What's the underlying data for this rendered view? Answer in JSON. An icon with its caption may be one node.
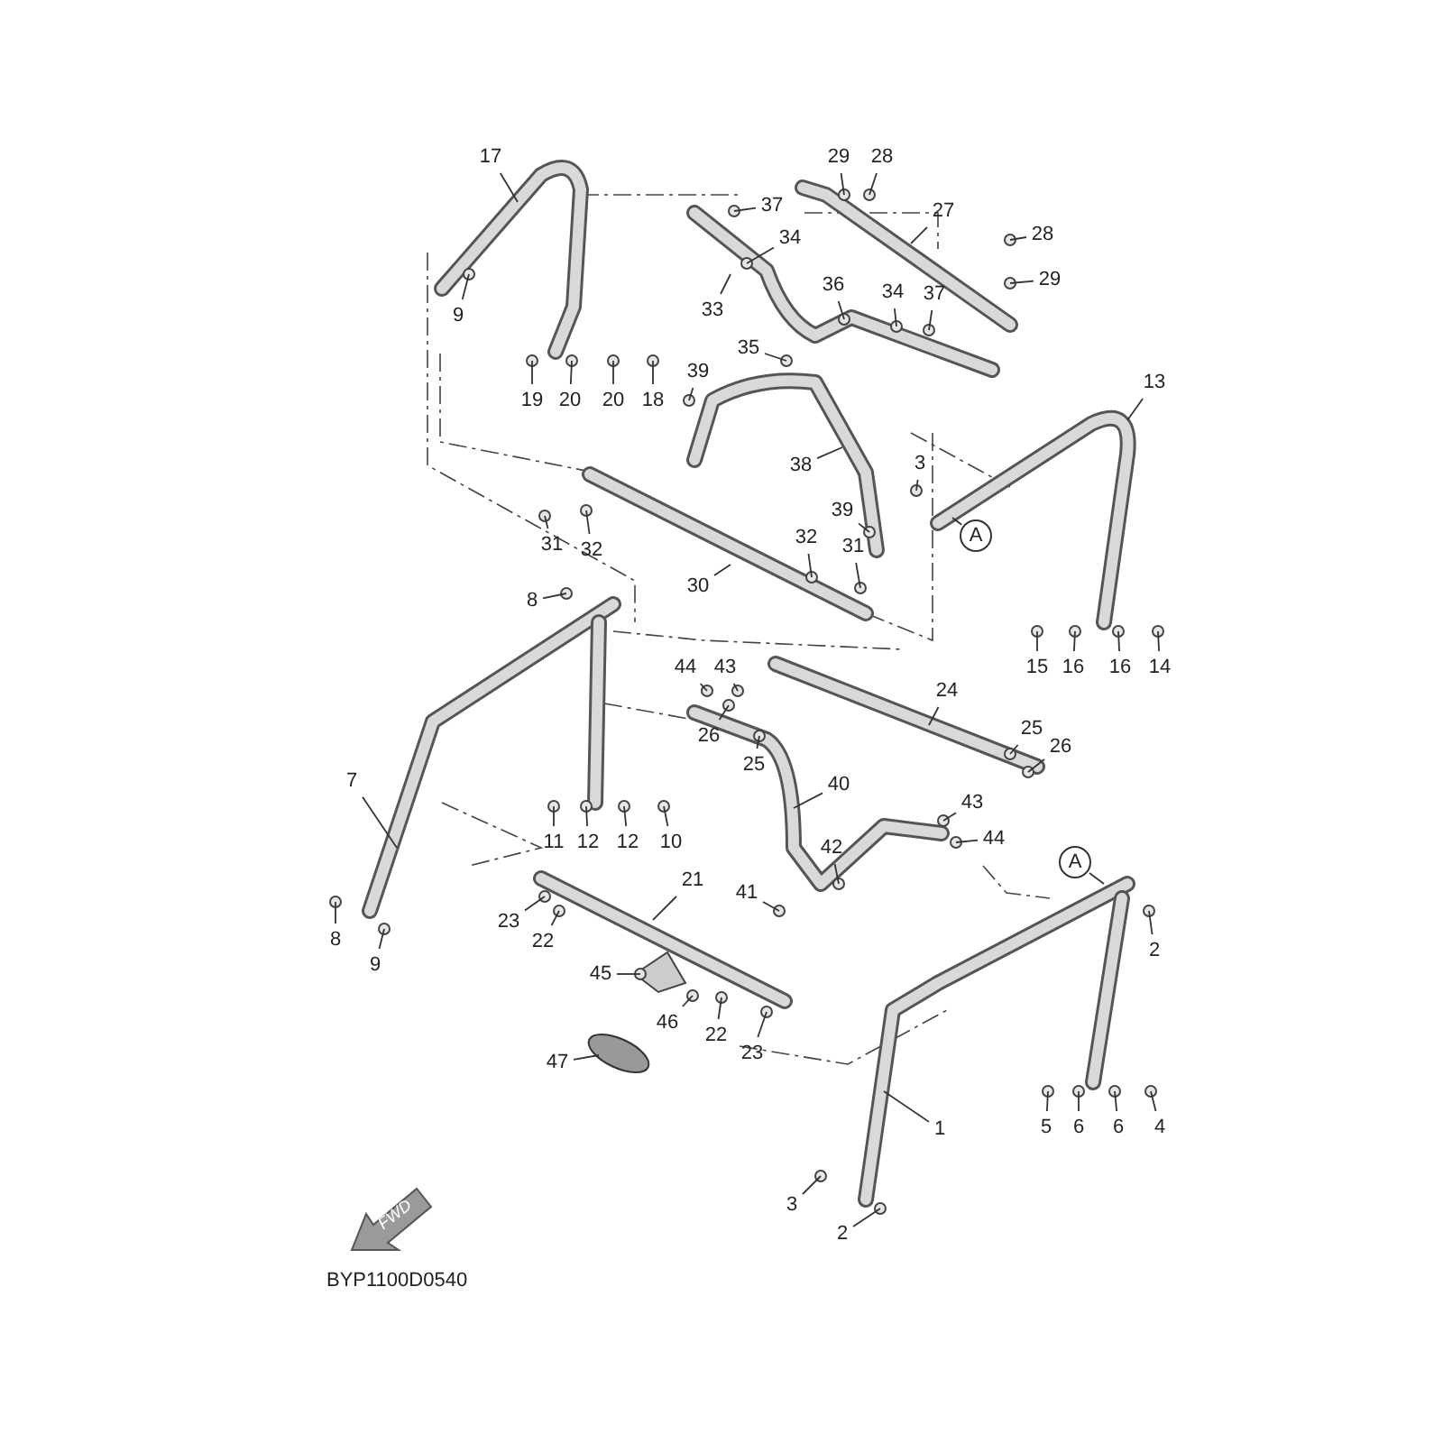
{
  "diagram": {
    "nodes": [
      {
        "text": [
          "17"
        ]
      },
      {
        "text": [
          "9"
        ]
      },
      {
        "text": [
          "29"
        ]
      },
      {
        "text": [
          "28"
        ]
      },
      {
        "text": [
          "27"
        ]
      },
      {
        "text": [
          "37"
        ]
      },
      {
        "text": [
          "34"
        ]
      },
      {
        "text": [
          "28"
        ]
      },
      {
        "text": [
          "29"
        ]
      },
      {
        "text": [
          "33"
        ]
      },
      {
        "text": [
          "36"
        ]
      },
      {
        "text": [
          "34"
        ]
      },
      {
        "text": [
          "37"
        ]
      },
      {
        "text": [
          "35"
        ]
      },
      {
        "text": [
          "39"
        ]
      },
      {
        "text": [
          "19"
        ]
      },
      {
        "text": [
          "20"
        ]
      },
      {
        "text": [
          "20"
        ]
      },
      {
        "text": [
          "18"
        ]
      },
      {
        "text": [
          "13"
        ]
      },
      {
        "text": [
          "3"
        ]
      },
      {
        "text": [
          "38"
        ]
      },
      {
        "text": [
          "39"
        ]
      },
      {
        "text": [
          "32"
        ]
      },
      {
        "text": [
          "31"
        ]
      },
      {
        "text": [
          "31"
        ]
      },
      {
        "text": [
          "32"
        ]
      },
      {
        "text": [
          "30"
        ]
      },
      {
        "text": [
          "A"
        ]
      },
      {
        "text": [
          "15"
        ]
      },
      {
        "text": [
          "16"
        ]
      },
      {
        "text": [
          "16"
        ]
      },
      {
        "text": [
          "14"
        ]
      },
      {
        "text": [
          "8"
        ]
      },
      {
        "text": [
          "44"
        ]
      },
      {
        "text": [
          "43"
        ]
      },
      {
        "text": [
          "26"
        ]
      },
      {
        "text": [
          "25"
        ]
      },
      {
        "text": [
          "24"
        ]
      },
      {
        "text": [
          "25"
        ]
      },
      {
        "text": [
          "26"
        ]
      },
      {
        "text": [
          "7"
        ]
      },
      {
        "text": [
          "40"
        ]
      },
      {
        "text": [
          "11"
        ]
      },
      {
        "text": [
          "12"
        ]
      },
      {
        "text": [
          "12"
        ]
      },
      {
        "text": [
          "10"
        ]
      },
      {
        "text": [
          "43"
        ]
      },
      {
        "text": [
          "44"
        ]
      },
      {
        "text": [
          "42"
        ]
      },
      {
        "text": [
          "41"
        ]
      },
      {
        "text": [
          "A"
        ]
      },
      {
        "text": [
          "21"
        ]
      },
      {
        "text": [
          "2"
        ]
      },
      {
        "text": [
          "8"
        ]
      },
      {
        "text": [
          "9"
        ]
      },
      {
        "text": [
          "23"
        ]
      },
      {
        "text": [
          "22"
        ]
      },
      {
        "text": [
          "45"
        ]
      },
      {
        "text": [
          "46"
        ]
      },
      {
        "text": [
          "22"
        ]
      },
      {
        "text": [
          "23"
        ]
      },
      {
        "text": [
          "47"
        ]
      },
      {
        "text": [
          "1"
        ]
      },
      {
        "text": [
          "5"
        ]
      },
      {
        "text": [
          "6"
        ]
      },
      {
        "text": [
          "6"
        ]
      },
      {
        "text": [
          "4"
        ]
      },
      {
        "text": [
          "3"
        ]
      },
      {
        "text": [
          "2"
        ]
      },
      {
        "text": [
          "FWD"
        ]
      }
    ],
    "edges": [
      {
        "from": 0,
        "to": null,
        "arrow": "none"
      },
      {
        "from": 1,
        "to": null,
        "arrow": "none"
      },
      {
        "from": 2,
        "to": null,
        "arrow": "none"
      },
      {
        "from": 3,
        "to": null,
        "arrow": "none"
      },
      {
        "from": 4,
        "to": null,
        "arrow": "none"
      },
      {
        "from": 5,
        "to": null,
        "arrow": "none"
      },
      {
        "from": 6,
        "to": null,
        "arrow": "none"
      },
      {
        "from": 7,
        "to": null,
        "arrow": "none"
      },
      {
        "from": 8,
        "to": null,
        "arrow": "none"
      },
      {
        "from": 9,
        "to": null,
        "arrow": "none"
      },
      {
        "from": 10,
        "to": null,
        "arrow": "none"
      },
      {
        "from": 11,
        "to": null,
        "arrow": "none"
      },
      {
        "from": 12,
        "to": null,
        "arrow": "none"
      },
      {
        "from": 13,
        "to": null,
        "arrow": "none"
      },
      {
        "from": 14,
        "to": null,
        "arrow": "none"
      },
      {
        "from": 15,
        "to": null,
        "arrow": "none"
      },
      {
        "from": 16,
        "to": null,
        "arrow": "none"
      },
      {
        "from": 17,
        "to": null,
        "arrow": "none"
      },
      {
        "from": 18,
        "to": null,
        "arrow": "none"
      },
      {
        "from": 19,
        "to": null,
        "arrow": "none"
      },
      {
        "from": 20,
        "to": null,
        "arrow": "none"
      },
      {
        "from": 21,
        "to": null,
        "arrow": "none"
      },
      {
        "from": 22,
        "to": null,
        "arrow": "none"
      },
      {
        "from": 23,
        "to": null,
        "arrow": "none"
      },
      {
        "from": 24,
        "to": null,
        "arrow": "none"
      },
      {
        "from": 25,
        "to": null,
        "arrow": "none"
      },
      {
        "from": 26,
        "to": null,
        "arrow": "none"
      },
      {
        "from": 27,
        "to": null,
        "arrow": "none"
      },
      {
        "from": 28,
        "to": null,
        "arrow": "none"
      },
      {
        "from": 29,
        "to": null,
        "arrow": "none"
      },
      {
        "from": 30,
        "to": null,
        "arrow": "none"
      },
      {
        "from": 31,
        "to": null,
        "arrow": "none"
      },
      {
        "from": 32,
        "to": null,
        "arrow": "none"
      },
      {
        "from": 33,
        "to": null,
        "arrow": "none"
      },
      {
        "from": 34,
        "to": null,
        "arrow": "none"
      },
      {
        "from": 35,
        "to": null,
        "arrow": "none"
      },
      {
        "from": 36,
        "to": null,
        "arrow": "none"
      },
      {
        "from": 37,
        "to": null,
        "arrow": "none"
      },
      {
        "from": 38,
        "to": null,
        "arrow": "none"
      },
      {
        "from": 39,
        "to": null,
        "arrow": "none"
      },
      {
        "from": 40,
        "to": null,
        "arrow": "none"
      },
      {
        "from": 41,
        "to": null,
        "arrow": "none"
      },
      {
        "from": 42,
        "to": null,
        "arrow": "none"
      },
      {
        "from": 43,
        "to": null,
        "arrow": "none"
      },
      {
        "from": 44,
        "to": null,
        "arrow": "none"
      },
      {
        "from": 45,
        "to": null,
        "arrow": "none"
      },
      {
        "from": 46,
        "to": null,
        "arrow": "none"
      },
      {
        "from": 47,
        "to": null,
        "arrow": "none"
      },
      {
        "from": 48,
        "to": null,
        "arrow": "none"
      },
      {
        "from": 49,
        "to": null,
        "arrow": "none"
      },
      {
        "from": 50,
        "to": null,
        "arrow": "none"
      },
      {
        "from": 51,
        "to": null,
        "arrow": "none"
      },
      {
        "from": 52,
        "to": null,
        "arrow": "none"
      },
      {
        "from": 53,
        "to": null,
        "arrow": "none"
      },
      {
        "from": 54,
        "to": null,
        "arrow": "none"
      },
      {
        "from": 55,
        "to": null,
        "arrow": "none"
      },
      {
        "from": 56,
        "to": null,
        "arrow": "none"
      },
      {
        "from": 57,
        "to": null,
        "arrow": "none"
      },
      {
        "from": 58,
        "to": null,
        "arrow": "none"
      },
      {
        "from": 59,
        "to": null,
        "arrow": "none"
      },
      {
        "from": 60,
        "to": null,
        "arrow": "none"
      },
      {
        "from": 61,
        "to": null,
        "arrow": "none"
      },
      {
        "from": 62,
        "to": null,
        "arrow": "none"
      },
      {
        "from": 63,
        "to": null,
        "arrow": "none"
      },
      {
        "from": 64,
        "to": null,
        "arrow": "none"
      },
      {
        "from": 65,
        "to": null,
        "arrow": "none"
      },
      {
        "from": 66,
        "to": null,
        "arrow": "none"
      },
      {
        "from": 67,
        "to": null,
        "arrow": "none"
      },
      {
        "from": 68,
        "to": null,
        "arrow": "none"
      },
      {
        "from": 69,
        "to": null,
        "arrow": "none"
      }
    ],
    "labels": [
      "BYP1100D0540"
    ]
  }
}
